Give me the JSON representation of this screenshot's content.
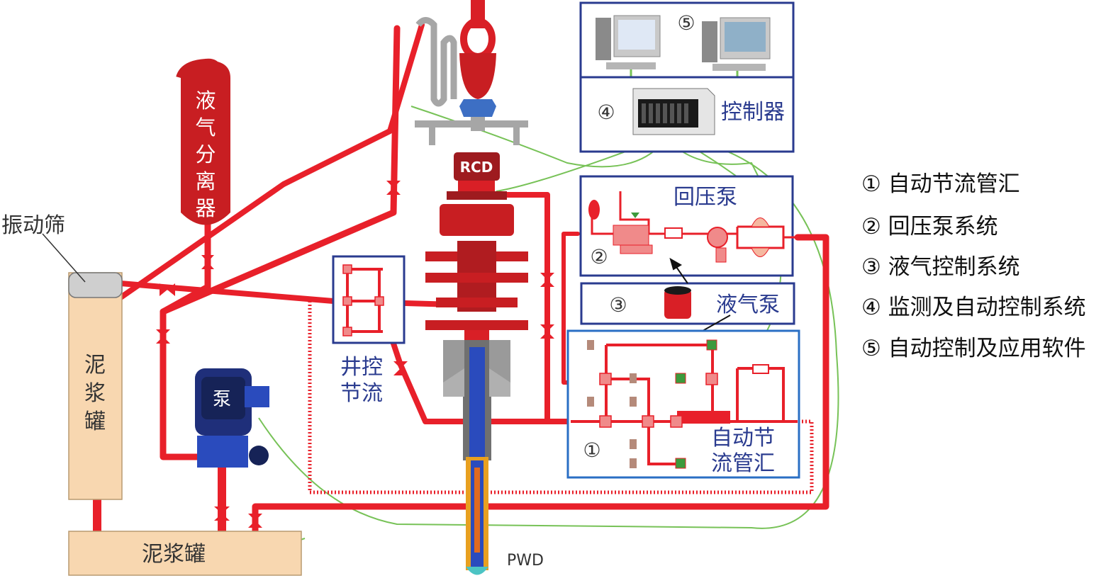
{
  "labels": {
    "separator": [
      "液",
      "气",
      "分",
      "离",
      "器"
    ],
    "shaker": "振动筛",
    "mud_tank_vertical": [
      "泥",
      "浆",
      "罐"
    ],
    "mud_tank_bottom": "泥浆罐",
    "pump": "泵",
    "well_control_choke": [
      "井控",
      "节流"
    ],
    "rcd": "RCD",
    "pwd": "PWD",
    "backpressure_pump": "回压泵",
    "liquid_gas_pump": "液气泵",
    "controller": "控制器",
    "auto_choke_manifold": [
      "自动节",
      "流管汇"
    ],
    "circled": [
      "①",
      "②",
      "③",
      "④",
      "⑤"
    ]
  },
  "legend": [
    "① 自动节流管汇",
    "② 回压泵系统",
    "③ 液气控制系统",
    "④ 监测及自动控制系统",
    "⑤ 自动控制及应用软件"
  ],
  "colors": {
    "pipe": "#e8202a",
    "box_border": "#2a3b8f",
    "tank_fill": "#f8d7b0",
    "signal_line": "#77c257",
    "separator": "#c81e22",
    "pump_body": "#2a4bbd"
  }
}
